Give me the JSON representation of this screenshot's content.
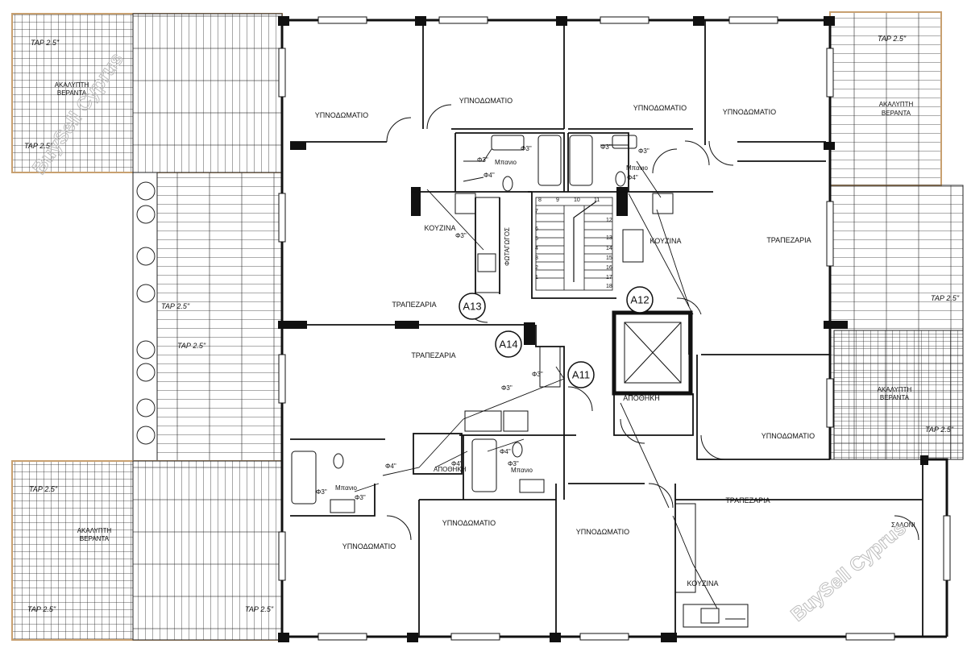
{
  "rooms": {
    "bedroom_top_left": "ΥΠΝΟΔΩΜΑΤΙΟ",
    "bedroom_top_mid_left": "ΥΠΝΟΔΩΜΑΤΙΟ",
    "bedroom_top_mid_right": "ΥΠΝΟΔΩΜΑΤΙΟ",
    "bedroom_top_right": "ΥΠΝΟΔΩΜΑΤΙΟ",
    "bedroom_mid_right": "ΥΠΝΟΔΩΜΑΤΙΟ",
    "bedroom_bottom_left": "ΥΠΝΟΔΩΜΑΤΙΟ",
    "bedroom_bottom_mid_left": "ΥΠΝΟΔΩΜΑΤΙΟ",
    "bedroom_bottom_mid_right": "ΥΠΝΟΔΩΜΑΤΙΟ",
    "kitchen_top_left": "ΚΟΥΖΙΝΑ",
    "kitchen_top_right": "ΚΟΥΖΙΝΑ",
    "kitchen_bottom_right": "ΚΟΥΖΙΝΑ",
    "dining_top_left": "ΤΡΑΠΕΖΑΡΙΑ",
    "dining_top_right": "ΤΡΑΠΕΖΑΡΙΑ",
    "dining_mid_left": "ΤΡΑΠΕΖΑΡΙΑ",
    "dining_bottom_right": "ΤΡΑΠΕΖΑΡΙΑ",
    "bath_top_left": "Μπανιο",
    "bath_top_right": "Μπανιο",
    "bath_bottom_left": "Μπανιο",
    "bath_bottom_mid": "Μπανιο",
    "storage_mid": "ΑΠΟΘΗΚΗ",
    "storage_small": "ΑΠΟΘΗΚΗ",
    "lightwell": "ΦΩΤΑΓΩΓΟΣ",
    "salon_partial": "ΣΑΛΟΝΙ"
  },
  "verandas": {
    "line1": "ΑΚΑΛΥΠΤΗ",
    "line2": "ΒΕΡΑΝΤΑ"
  },
  "taps": [
    "ΤΑΡ 2.5\"",
    "ΤΑΡ 2.5\"",
    "ΤΑΡ 2.5\"",
    "ΤΑΡ 2.5\"",
    "ΤΑΡ 2.5\"",
    "ΤΑΡ 2.5\"",
    "ΤΑΡ 2.5\"",
    "ΤΑΡ 2.5\"",
    "ΤΑΡ 2.5\"",
    "ΤΑΡ 2.5\""
  ],
  "pipes": {
    "f3": "Φ3\"",
    "f4": "Φ4\""
  },
  "unit_tags": [
    "A13",
    "A12",
    "A14",
    "A11"
  ],
  "stair_numbers": [
    "8",
    "9",
    "10",
    "11",
    "12",
    "13",
    "14",
    "15",
    "16",
    "17",
    "18",
    "7",
    "6",
    "5",
    "4",
    "3",
    "2",
    "1"
  ],
  "watermark": "BuySell Cyprus",
  "colors": {
    "line": "#111111",
    "veranda_border": "#c8a070",
    "watermark": "#bdbdbd"
  }
}
